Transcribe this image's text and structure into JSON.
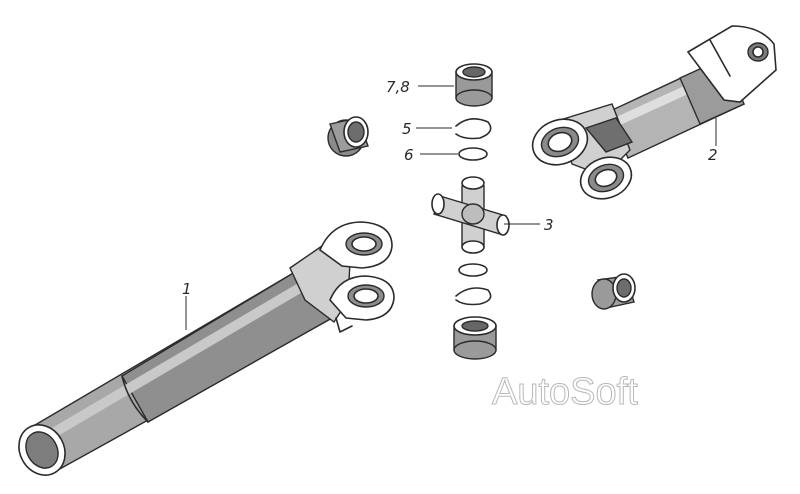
{
  "callouts": {
    "part1": "1",
    "part2": "2",
    "part3": "3",
    "part5": "5",
    "part6": "6",
    "part78": "7,8"
  },
  "watermark": "AutoSoft"
}
